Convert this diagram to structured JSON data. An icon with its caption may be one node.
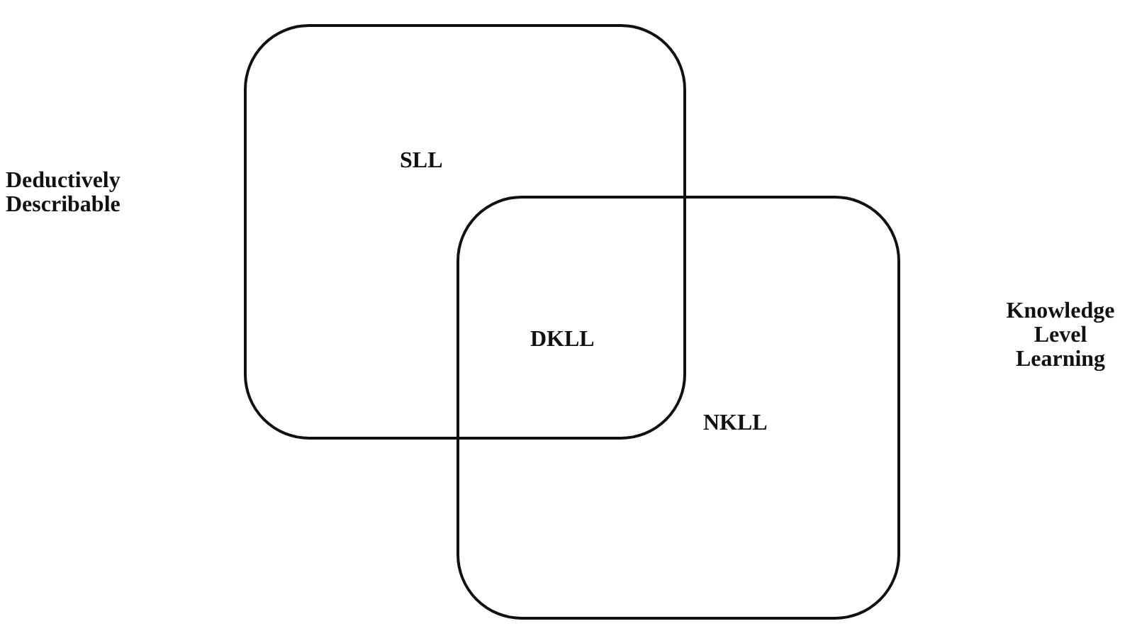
{
  "diagram": {
    "nodes": [
      {
        "text": [
          "SLL"
        ]
      },
      {
        "text": [
          "NKLL"
        ]
      }
    ],
    "labels": [
      "Deductively Describable",
      "DKLL",
      "Knowledge Level Learning"
    ]
  }
}
